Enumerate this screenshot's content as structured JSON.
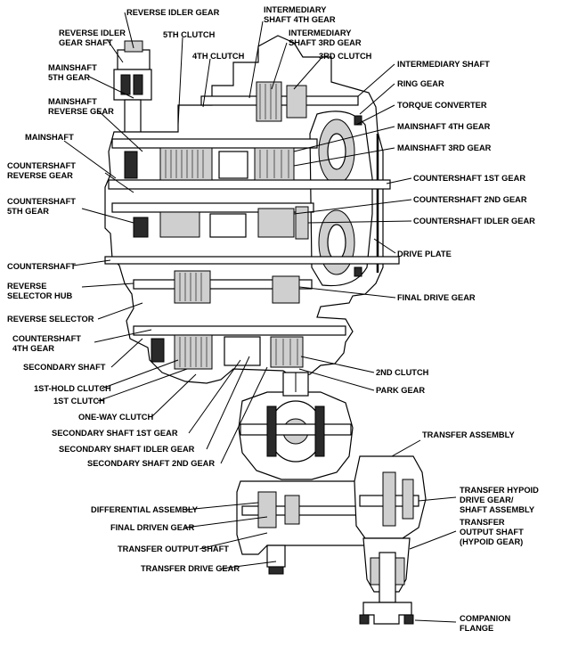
{
  "labels": {
    "reverse_idler_gear": "REVERSE IDLER GEAR",
    "reverse_idler_gear_shaft_1": "REVERSE IDLER",
    "reverse_idler_gear_shaft_2": "GEAR SHAFT",
    "fifth_clutch": "5TH CLUTCH",
    "intermediary_shaft_4th_1": "INTERMEDIARY",
    "intermediary_shaft_4th_2": "SHAFT 4TH GEAR",
    "intermediary_shaft_3rd_1": "INTERMEDIARY",
    "intermediary_shaft_3rd_2": "SHAFT 3RD GEAR",
    "fourth_clutch": "4TH CLUTCH",
    "third_clutch": "3RD CLUTCH",
    "mainshaft_5th_1": "MAINSHAFT",
    "mainshaft_5th_2": "5TH GEAR",
    "intermediary_shaft": "INTERMEDIARY SHAFT",
    "ring_gear": "RING GEAR",
    "mainshaft_reverse_1": "MAINSHAFT",
    "mainshaft_reverse_2": "REVERSE GEAR",
    "torque_converter": "TORQUE CONVERTER",
    "mainshaft_4th": "MAINSHAFT 4TH GEAR",
    "mainshaft": "MAINSHAFT",
    "mainshaft_3rd": "MAINSHAFT 3RD GEAR",
    "countershaft_reverse_1": "COUNTERSHAFT",
    "countershaft_reverse_2": "REVERSE GEAR",
    "countershaft_1st": "COUNTERSHAFT 1ST GEAR",
    "countershaft_5th_1": "COUNTERSHAFT",
    "countershaft_5th_2": "5TH GEAR",
    "countershaft_2nd": "COUNTERSHAFT 2ND GEAR",
    "countershaft_idler": "COUNTERSHAFT IDLER GEAR",
    "drive_plate": "DRIVE PLATE",
    "countershaft": "COUNTERSHAFT",
    "reverse_selector_hub_1": "REVERSE",
    "reverse_selector_hub_2": "SELECTOR HUB",
    "final_drive_gear": "FINAL DRIVE GEAR",
    "reverse_selector": "REVERSE SELECTOR",
    "countershaft_4th_1": "COUNTERSHAFT",
    "countershaft_4th_2": "4TH GEAR",
    "secondary_shaft": "SECONDARY SHAFT",
    "second_clutch": "2ND CLUTCH",
    "first_hold_clutch": "1ST-HOLD CLUTCH",
    "park_gear": "PARK GEAR",
    "first_clutch": "1ST CLUTCH",
    "one_way_clutch": "ONE-WAY CLUTCH",
    "secondary_shaft_1st": "SECONDARY SHAFT 1ST GEAR",
    "transfer_assembly": "TRANSFER ASSEMBLY",
    "secondary_shaft_idler": "SECONDARY SHAFT IDLER GEAR",
    "secondary_shaft_2nd": "SECONDARY SHAFT 2ND GEAR",
    "transfer_hypoid_1": "TRANSFER HYPOID",
    "transfer_hypoid_2": "DRIVE GEAR/",
    "transfer_hypoid_3": "SHAFT ASSEMBLY",
    "differential_assembly": "DIFFERENTIAL ASSEMBLY",
    "transfer_output_hypoid_1": "TRANSFER",
    "transfer_output_hypoid_2": "OUTPUT SHAFT",
    "transfer_output_hypoid_3": "(HYPOID GEAR)",
    "final_driven_gear": "FINAL DRIVEN GEAR",
    "transfer_output_shaft": "TRANSFER OUTPUT SHAFT",
    "transfer_drive_gear": "TRANSFER DRIVE GEAR",
    "companion_flange_1": "COMPANION",
    "companion_flange_2": "FLANGE"
  }
}
